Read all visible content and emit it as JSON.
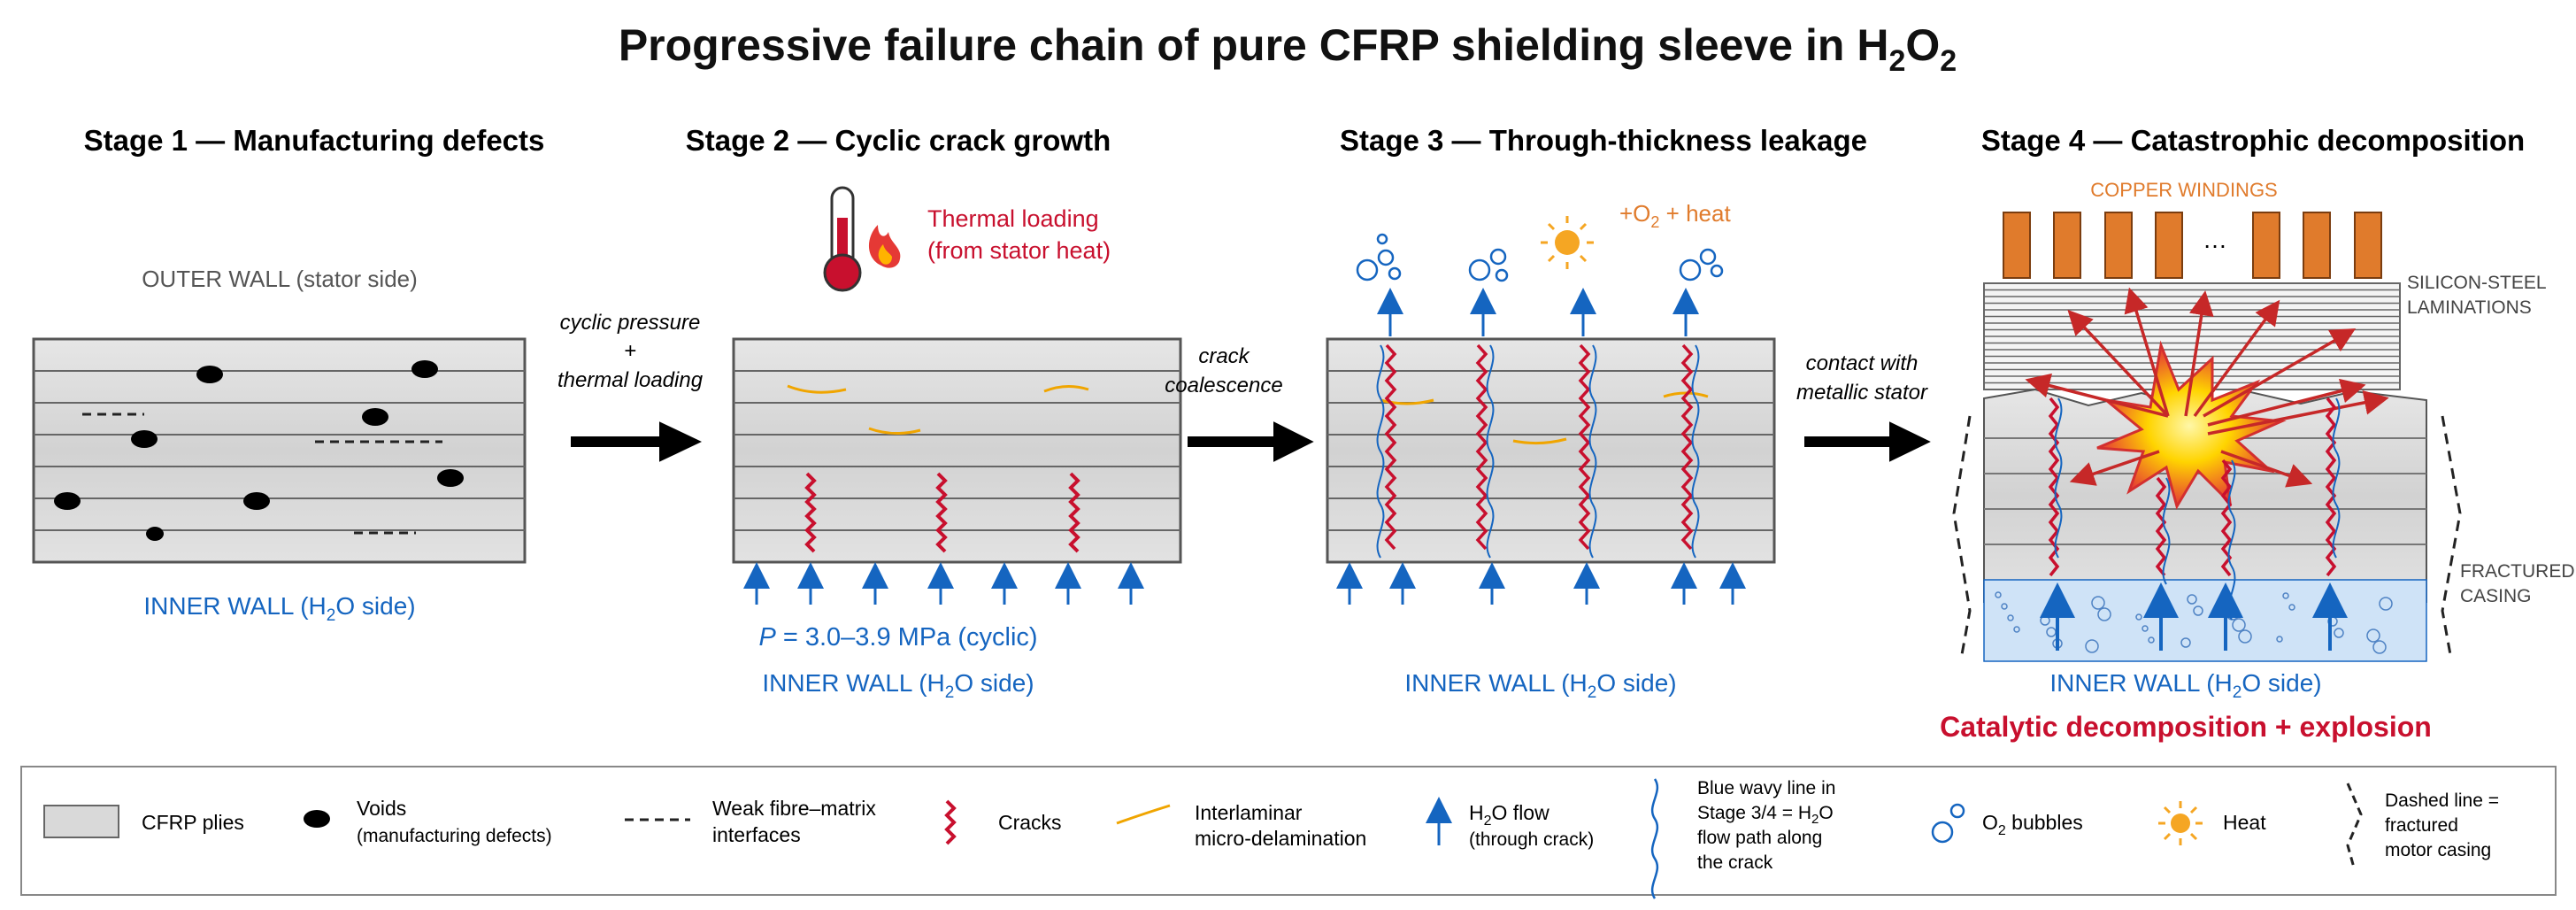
{
  "title": {
    "pre": "Progressive failure chain of pure CFRP shielding sleeve in H",
    "sub": "2",
    "mid": "O",
    "sub2": "2"
  },
  "stages": [
    {
      "heading": "Stage 1 — Manufacturing defects",
      "outer_label": "OUTER WALL (stator side)",
      "inner_pre": "INNER WALL (H",
      "inner_sub": "2",
      "inner_post": "O side)"
    },
    {
      "heading": "Stage 2 — Cyclic crack growth",
      "thermal_line1": "Thermal loading",
      "thermal_line2": "(from stator heat)",
      "pressure_var": "P",
      "pressure_text": " = 3.0–3.9 MPa (cyclic)",
      "inner_pre": "INNER WALL (H",
      "inner_sub": "2",
      "inner_post": "O side)"
    },
    {
      "heading": "Stage 3 — Through-thickness leakage",
      "gas_pre": "+O",
      "gas_sub": "2",
      "gas_post": "  + heat",
      "inner_pre": "INNER WALL (H",
      "inner_sub": "2",
      "inner_post": "O side)"
    },
    {
      "heading": "Stage 4 — Catastrophic decomposition",
      "copper": "COPPER WINDINGS",
      "ellipsis": "…",
      "steel_line1": "SILICON-STEEL",
      "steel_line2": "LAMINATIONS",
      "casing_line1": "FRACTURED",
      "casing_line2": "CASING",
      "inner_pre": "INNER WALL (H",
      "inner_sub": "2",
      "inner_post": "O side)",
      "outcome": "Catalytic decomposition + explosion"
    }
  ],
  "transitions": [
    {
      "line1": "cyclic pressure",
      "line2": "+",
      "line3": "thermal loading"
    },
    {
      "line1": "crack",
      "line2": "coalescence"
    },
    {
      "line1": "contact with",
      "line2": "metallic stator"
    }
  ],
  "legend": {
    "plies": "CFRP plies",
    "voids_line1": "Voids",
    "voids_line2": "(manufacturing defects)",
    "weak_line1": "Weak fibre–matrix",
    "weak_line2": "interfaces",
    "cracks": "Cracks",
    "delam_line1": "Interlaminar",
    "delam_line2": "micro-delamination",
    "flow_pre": "H",
    "flow_sub": "2",
    "flow_post": "O flow",
    "flow_line2": "(through crack)",
    "wavy_line1": "Blue wavy line in",
    "wavy_line2_pre": "Stage 3/4 = H",
    "wavy_line2_sub": "2",
    "wavy_line2_post": "O",
    "wavy_line3": "flow path along",
    "wavy_line4": "the crack",
    "bubbles_pre": "O",
    "bubbles_sub": "2",
    "bubbles_post": " bubbles",
    "heat": "Heat",
    "dashed_line1": "Dashed line =",
    "dashed_line2": "fractured",
    "dashed_line3": "motor casing"
  },
  "colors": {
    "crack_red": "#c8102e",
    "flow_blue": "#1565c0",
    "delam_orange": "#f0a500",
    "copper": "#e07b2c",
    "heat_orange": "#f5a623",
    "ply_gray": "#d9d9d9",
    "outcome_red": "#c8102e",
    "water_blue": "#cfe3f7"
  }
}
